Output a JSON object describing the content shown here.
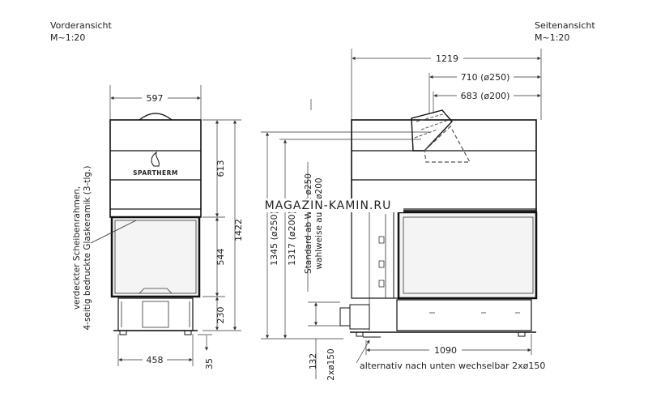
{
  "views": {
    "front": {
      "title": "Vorderansicht",
      "scale": "M~1:20"
    },
    "side": {
      "title": "Seitenansicht",
      "scale": "M~1:20"
    }
  },
  "brand": "SPARTHERM",
  "watermark": "MAGAZIN-KAMIN.RU",
  "front_dims": {
    "width_top": "597",
    "height_upper": "613",
    "height_window": "544",
    "height_base": "230",
    "height_total": "1422",
    "width_base": "458",
    "foot": "35"
  },
  "front_note": {
    "line1": "verdeckter Scheibenrahmen,",
    "line2": "4-seitig bedruckte Glaskeramik (3-tlg.)"
  },
  "side_dims": {
    "width_total": "1219",
    "d710": "710 (ø250)",
    "d683": "683 (ø200)",
    "h1345": "1345 (ø250)",
    "h1317": "1317 (ø200)",
    "d1090": "1090",
    "d132": "132",
    "d2x150": "2xø150"
  },
  "side_note": {
    "line1": "Standard ab Werk ø250",
    "line2": "wahlweise auch ø200"
  },
  "alt_note": "alternativ nach unten wechselbar 2xø150",
  "colors": {
    "line": "#111111",
    "glass": "#f4f4f4",
    "watermark": "#000000"
  }
}
